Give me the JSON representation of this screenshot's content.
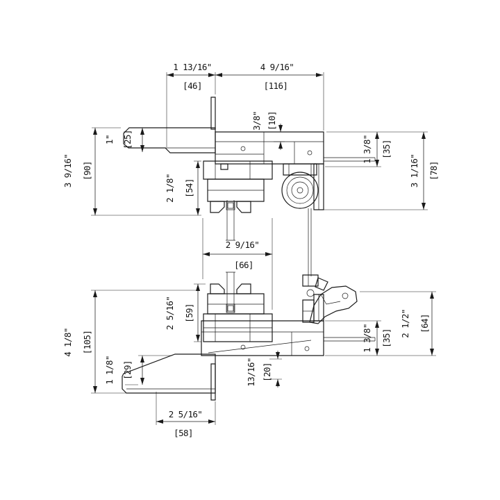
{
  "page": {
    "background": "#ffffff",
    "line_color": "#1a1a1a"
  },
  "drawing": {
    "type": "technical-section-drawing",
    "dims": {
      "d46": {
        "in": "1 13/16\"",
        "mm": "[46]"
      },
      "d116": {
        "in": "4 9/16\"",
        "mm": "[116]"
      },
      "d25": {
        "in": "1\"",
        "mm": "[25]"
      },
      "d90": {
        "in": "3 9/16\"",
        "mm": "[90]"
      },
      "d54": {
        "in": "2 1/8\"",
        "mm": "[54]"
      },
      "d10": {
        "in": "3/8\"",
        "mm": "[10]"
      },
      "d35t": {
        "in": "1 3/8\"",
        "mm": "[35]"
      },
      "d78": {
        "in": "3 1/16\"",
        "mm": "[78]"
      },
      "d66": {
        "in": "2 9/16\"",
        "mm": "[66]"
      },
      "d59": {
        "in": "2 5/16\"",
        "mm": "[59]"
      },
      "d105": {
        "in": "4 1/8\"",
        "mm": "[105]"
      },
      "d29": {
        "in": "1 1/8\"",
        "mm": "[29]"
      },
      "d20": {
        "in": "13/16\"",
        "mm": "[20]"
      },
      "d35b": {
        "in": "1 3/8\"",
        "mm": "[35]"
      },
      "d64": {
        "in": "2 1/2\"",
        "mm": "[64]"
      },
      "d58": {
        "in": "2 5/16\"",
        "mm": "[58]"
      }
    }
  }
}
